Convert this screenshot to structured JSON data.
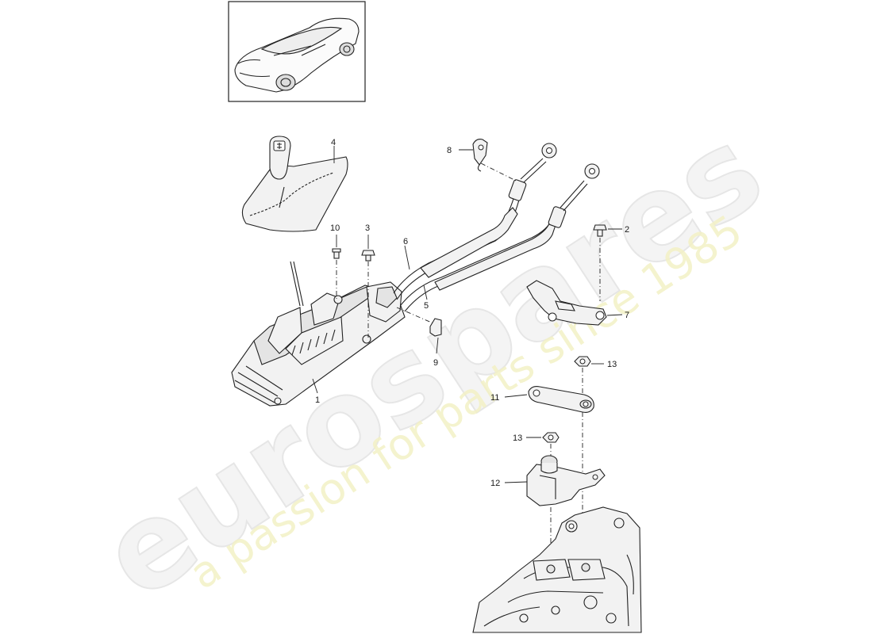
{
  "watermark": {
    "brand": "eurospares",
    "tagline": "a passion for parts since 1985"
  },
  "thumbnail": {
    "icon": "car-icon"
  },
  "callouts": [
    {
      "id": "c1",
      "label": "1"
    },
    {
      "id": "c2",
      "label": "2"
    },
    {
      "id": "c3",
      "label": "3"
    },
    {
      "id": "c4",
      "label": "4"
    },
    {
      "id": "c5",
      "label": "5"
    },
    {
      "id": "c6",
      "label": "6"
    },
    {
      "id": "c7",
      "label": "7"
    },
    {
      "id": "c8",
      "label": "8"
    },
    {
      "id": "c9",
      "label": "9"
    },
    {
      "id": "c10",
      "label": "10"
    },
    {
      "id": "c11",
      "label": "11"
    },
    {
      "id": "c12",
      "label": "12"
    },
    {
      "id": "c13a",
      "label": "13"
    },
    {
      "id": "c13b",
      "label": "13"
    }
  ]
}
